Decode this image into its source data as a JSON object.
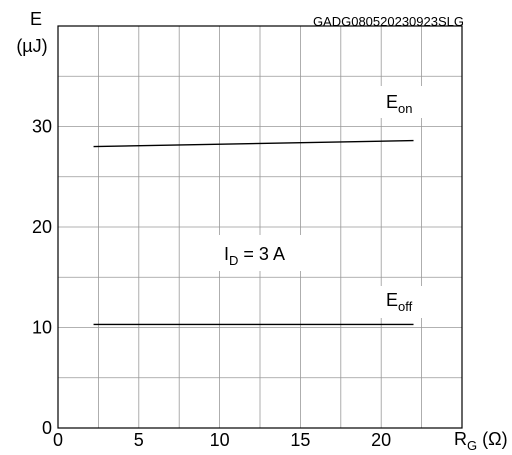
{
  "chart_data": {
    "type": "line",
    "code": "GADG080520230923SLG",
    "ylabel_main": "E",
    "ylabel_unit": "(µJ)",
    "xlabel_main": "R",
    "xlabel_sub": "G",
    "xlabel_unit": " (Ω)",
    "xlim": [
      0,
      25
    ],
    "ylim": [
      0,
      40
    ],
    "xticks": [
      0,
      5,
      10,
      15,
      20
    ],
    "yticks": [
      0,
      10,
      20,
      30
    ],
    "x_minor_step": 2.5,
    "y_minor_step": 5,
    "grid": true,
    "condition": {
      "main": "I",
      "sub": "D",
      "rest": " = 3 A"
    },
    "series": [
      {
        "name_main": "E",
        "name_sub": "on",
        "x": [
          2.2,
          22
        ],
        "y": [
          28.0,
          28.6
        ]
      },
      {
        "name_main": "E",
        "name_sub": "off",
        "x": [
          2.2,
          22
        ],
        "y": [
          10.3,
          10.3
        ]
      }
    ]
  },
  "colors": {
    "line": "#000000",
    "grid": "#999999",
    "frame": "#000000"
  }
}
